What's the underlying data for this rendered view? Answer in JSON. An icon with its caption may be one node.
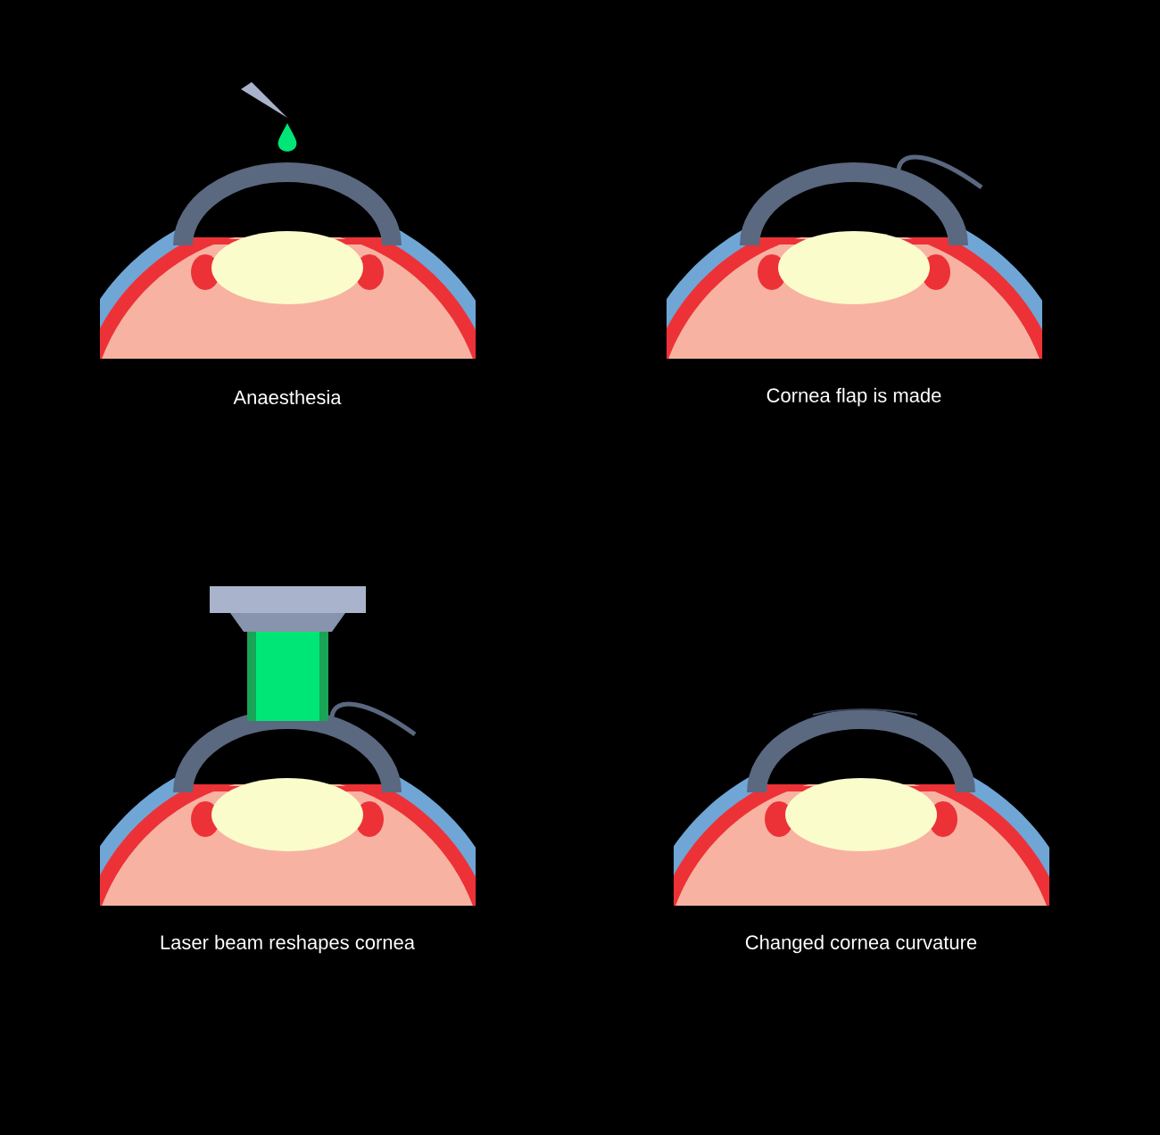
{
  "diagram": {
    "labels": [
      "Anaesthesia",
      "Cornea flap is made",
      "Laser beam reshapes cornea",
      "Changed cornea curvature"
    ]
  }
}
